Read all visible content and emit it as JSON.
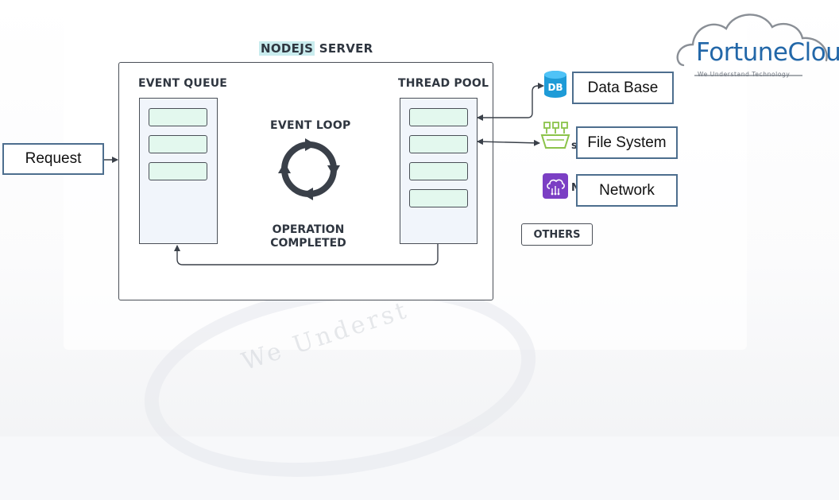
{
  "server": {
    "title_highlight": "NODEJS",
    "title_rest": " SERVER"
  },
  "event_queue": {
    "title": "EVENT QUEUE",
    "slot_count": 3
  },
  "thread_pool": {
    "title": "THREAD POOL",
    "slot_count": 4
  },
  "event_loop": {
    "label": "EVENT LOOP",
    "icon": "cycle-arrows-icon"
  },
  "operation": {
    "label_line1": "OPERATION",
    "label_line2": "COMPLETED"
  },
  "request": {
    "label": "Request"
  },
  "resources": {
    "database": {
      "label": "Data Base",
      "icon_text": "DB",
      "icon_color": "#1e9bd7"
    },
    "file_system": {
      "label": "File System",
      "icon_color": "#8bc34a"
    },
    "network": {
      "label": "Network",
      "icon_color": "#7b3fc4"
    },
    "others": {
      "label": "OTHERS"
    }
  },
  "logo": {
    "name": "FortuneCloud",
    "tagline": "We Understand Technology"
  },
  "watermark": {
    "text": "We Underst"
  },
  "colors": {
    "accent": "#c9ecee",
    "slot_fill": "#e3f8ee",
    "box_border": "#4d6e8e",
    "logo_blue": "#2267a8"
  }
}
